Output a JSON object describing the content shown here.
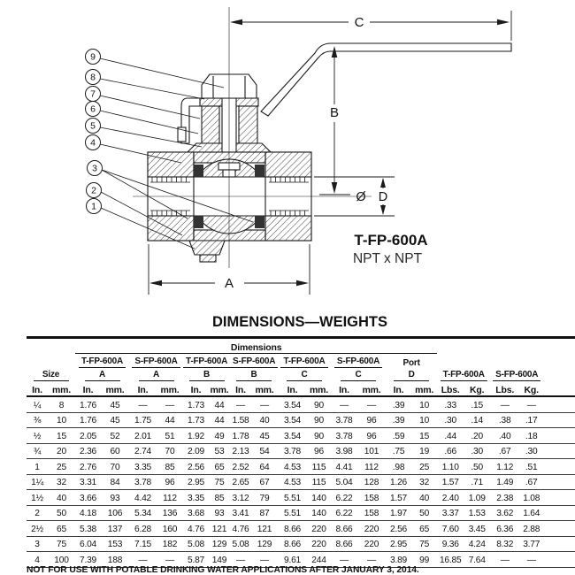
{
  "title": "DIMENSIONS—WEIGHTS",
  "footnote": "NOT FOR USE WITH POTABLE DRINKING WATER APPLICATIONS AFTER JANUARY 3, 2014.",
  "diagram": {
    "model_label": "T-FP-600A",
    "connection_label": "NPT x NPT",
    "dim_a": "A",
    "dim_b": "B",
    "dim_c": "C",
    "dim_d": "D",
    "diameter_symbol": "Ø",
    "callouts": [
      "9",
      "8",
      "7",
      "6",
      "5",
      "4",
      "3",
      "2",
      "1"
    ]
  },
  "table": {
    "header": {
      "dimensions_span": "Dimensions",
      "size": "Size",
      "port": "Port",
      "groups": [
        "T-FP-600A",
        "S-FP-600A",
        "T-FP-600A",
        "S-FP-600A",
        "T-FP-600A",
        "S-FP-600A"
      ],
      "letters": [
        "A",
        "A",
        "B",
        "B",
        "C",
        "C",
        "D"
      ],
      "weight_groups": [
        "T-FP-600A",
        "S-FP-600A"
      ],
      "unit_in": "In.",
      "unit_mm": "mm.",
      "unit_lbs": "Lbs.",
      "unit_kg": "Kg."
    },
    "rows": [
      [
        "¼",
        "8",
        "1.76",
        "45",
        "—",
        "—",
        "1.73",
        "44",
        "—",
        "—",
        "3.54",
        "90",
        "—",
        "—",
        ".39",
        "10",
        ".33",
        ".15",
        "—",
        "—"
      ],
      [
        "⅜",
        "10",
        "1.76",
        "45",
        "1.75",
        "44",
        "1.73",
        "44",
        "1.58",
        "40",
        "3.54",
        "90",
        "3.78",
        "96",
        ".39",
        "10",
        ".30",
        ".14",
        ".38",
        ".17"
      ],
      [
        "½",
        "15",
        "2.05",
        "52",
        "2.01",
        "51",
        "1.92",
        "49",
        "1.78",
        "45",
        "3.54",
        "90",
        "3.78",
        "96",
        ".59",
        "15",
        ".44",
        ".20",
        ".40",
        ".18"
      ],
      [
        "¾",
        "20",
        "2.36",
        "60",
        "2.74",
        "70",
        "2.09",
        "53",
        "2.13",
        "54",
        "3.78",
        "96",
        "3.98",
        "101",
        ".75",
        "19",
        ".66",
        ".30",
        ".67",
        ".30"
      ],
      [
        "1",
        "25",
        "2.76",
        "70",
        "3.35",
        "85",
        "2.56",
        "65",
        "2.52",
        "64",
        "4.53",
        "115",
        "4.41",
        "112",
        ".98",
        "25",
        "1.10",
        ".50",
        "1.12",
        ".51"
      ],
      [
        "1¼",
        "32",
        "3.31",
        "84",
        "3.78",
        "96",
        "2.95",
        "75",
        "2.65",
        "67",
        "4.53",
        "115",
        "5.04",
        "128",
        "1.26",
        "32",
        "1.57",
        ".71",
        "1.49",
        ".67"
      ],
      [
        "1½",
        "40",
        "3.66",
        "93",
        "4.42",
        "112",
        "3.35",
        "85",
        "3.12",
        "79",
        "5.51",
        "140",
        "6.22",
        "158",
        "1.57",
        "40",
        "2.40",
        "1.09",
        "2.38",
        "1.08"
      ],
      [
        "2",
        "50",
        "4.18",
        "106",
        "5.34",
        "136",
        "3.68",
        "93",
        "3.41",
        "87",
        "5.51",
        "140",
        "6.22",
        "158",
        "1.97",
        "50",
        "3.37",
        "1.53",
        "3.62",
        "1.64"
      ],
      [
        "2½",
        "65",
        "5.38",
        "137",
        "6.28",
        "160",
        "4.76",
        "121",
        "4.76",
        "121",
        "8.66",
        "220",
        "8.66",
        "220",
        "2.56",
        "65",
        "7.60",
        "3.45",
        "6.36",
        "2.88"
      ],
      [
        "3",
        "75",
        "6.04",
        "153",
        "7.15",
        "182",
        "5.08",
        "129",
        "5.08",
        "129",
        "8.66",
        "220",
        "8.66",
        "220",
        "2.95",
        "75",
        "9.36",
        "4.24",
        "8.32",
        "3.77"
      ],
      [
        "4",
        "100",
        "7.39",
        "188",
        "—",
        "—",
        "5.87",
        "149",
        "—",
        "—",
        "9.61",
        "244",
        "—",
        "—",
        "3.89",
        "99",
        "16.85",
        "7.64",
        "—",
        "—"
      ]
    ]
  }
}
